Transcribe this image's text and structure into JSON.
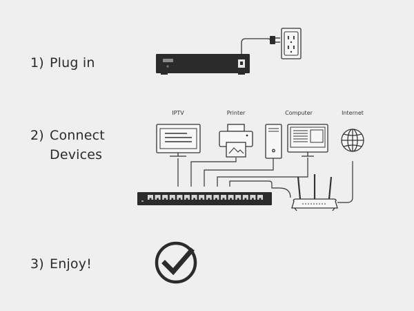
{
  "steps": [
    {
      "number": "1)",
      "label": "Plug in"
    },
    {
      "number": "2)",
      "label_line1": "Connect",
      "label_line2": "Devices"
    },
    {
      "number": "3)",
      "label": "Enjoy!"
    }
  ],
  "devices": {
    "iptv": "IPTV",
    "printer": "Printer",
    "computer": "Computer",
    "internet": "Internet"
  },
  "icons": [
    "switch-icon",
    "power-outlet-icon",
    "tv-icon",
    "printer-icon",
    "computer-icon",
    "globe-icon",
    "router-icon",
    "checkmark-icon"
  ],
  "colors": {
    "background": "#efefef",
    "device": "#2b2b2b",
    "line": "#333333"
  }
}
